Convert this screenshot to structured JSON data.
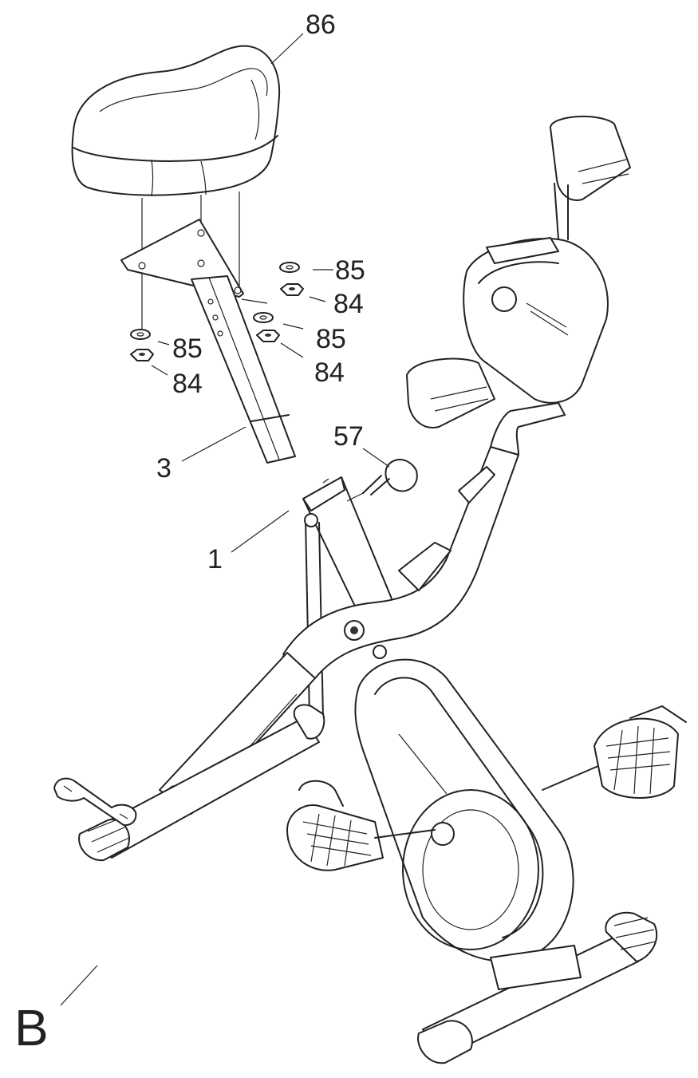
{
  "diagram": {
    "callouts": {
      "seat": "86",
      "washer_top_right": "85",
      "nut_top_right": "84",
      "washer_mid_right": "85",
      "nut_mid_right": "84",
      "washer_left": "85",
      "nut_left": "84",
      "knob": "57",
      "seat_post": "3",
      "main_frame": "1"
    },
    "tool_label": "B",
    "line_color": "#222222",
    "background": "#ffffff"
  }
}
